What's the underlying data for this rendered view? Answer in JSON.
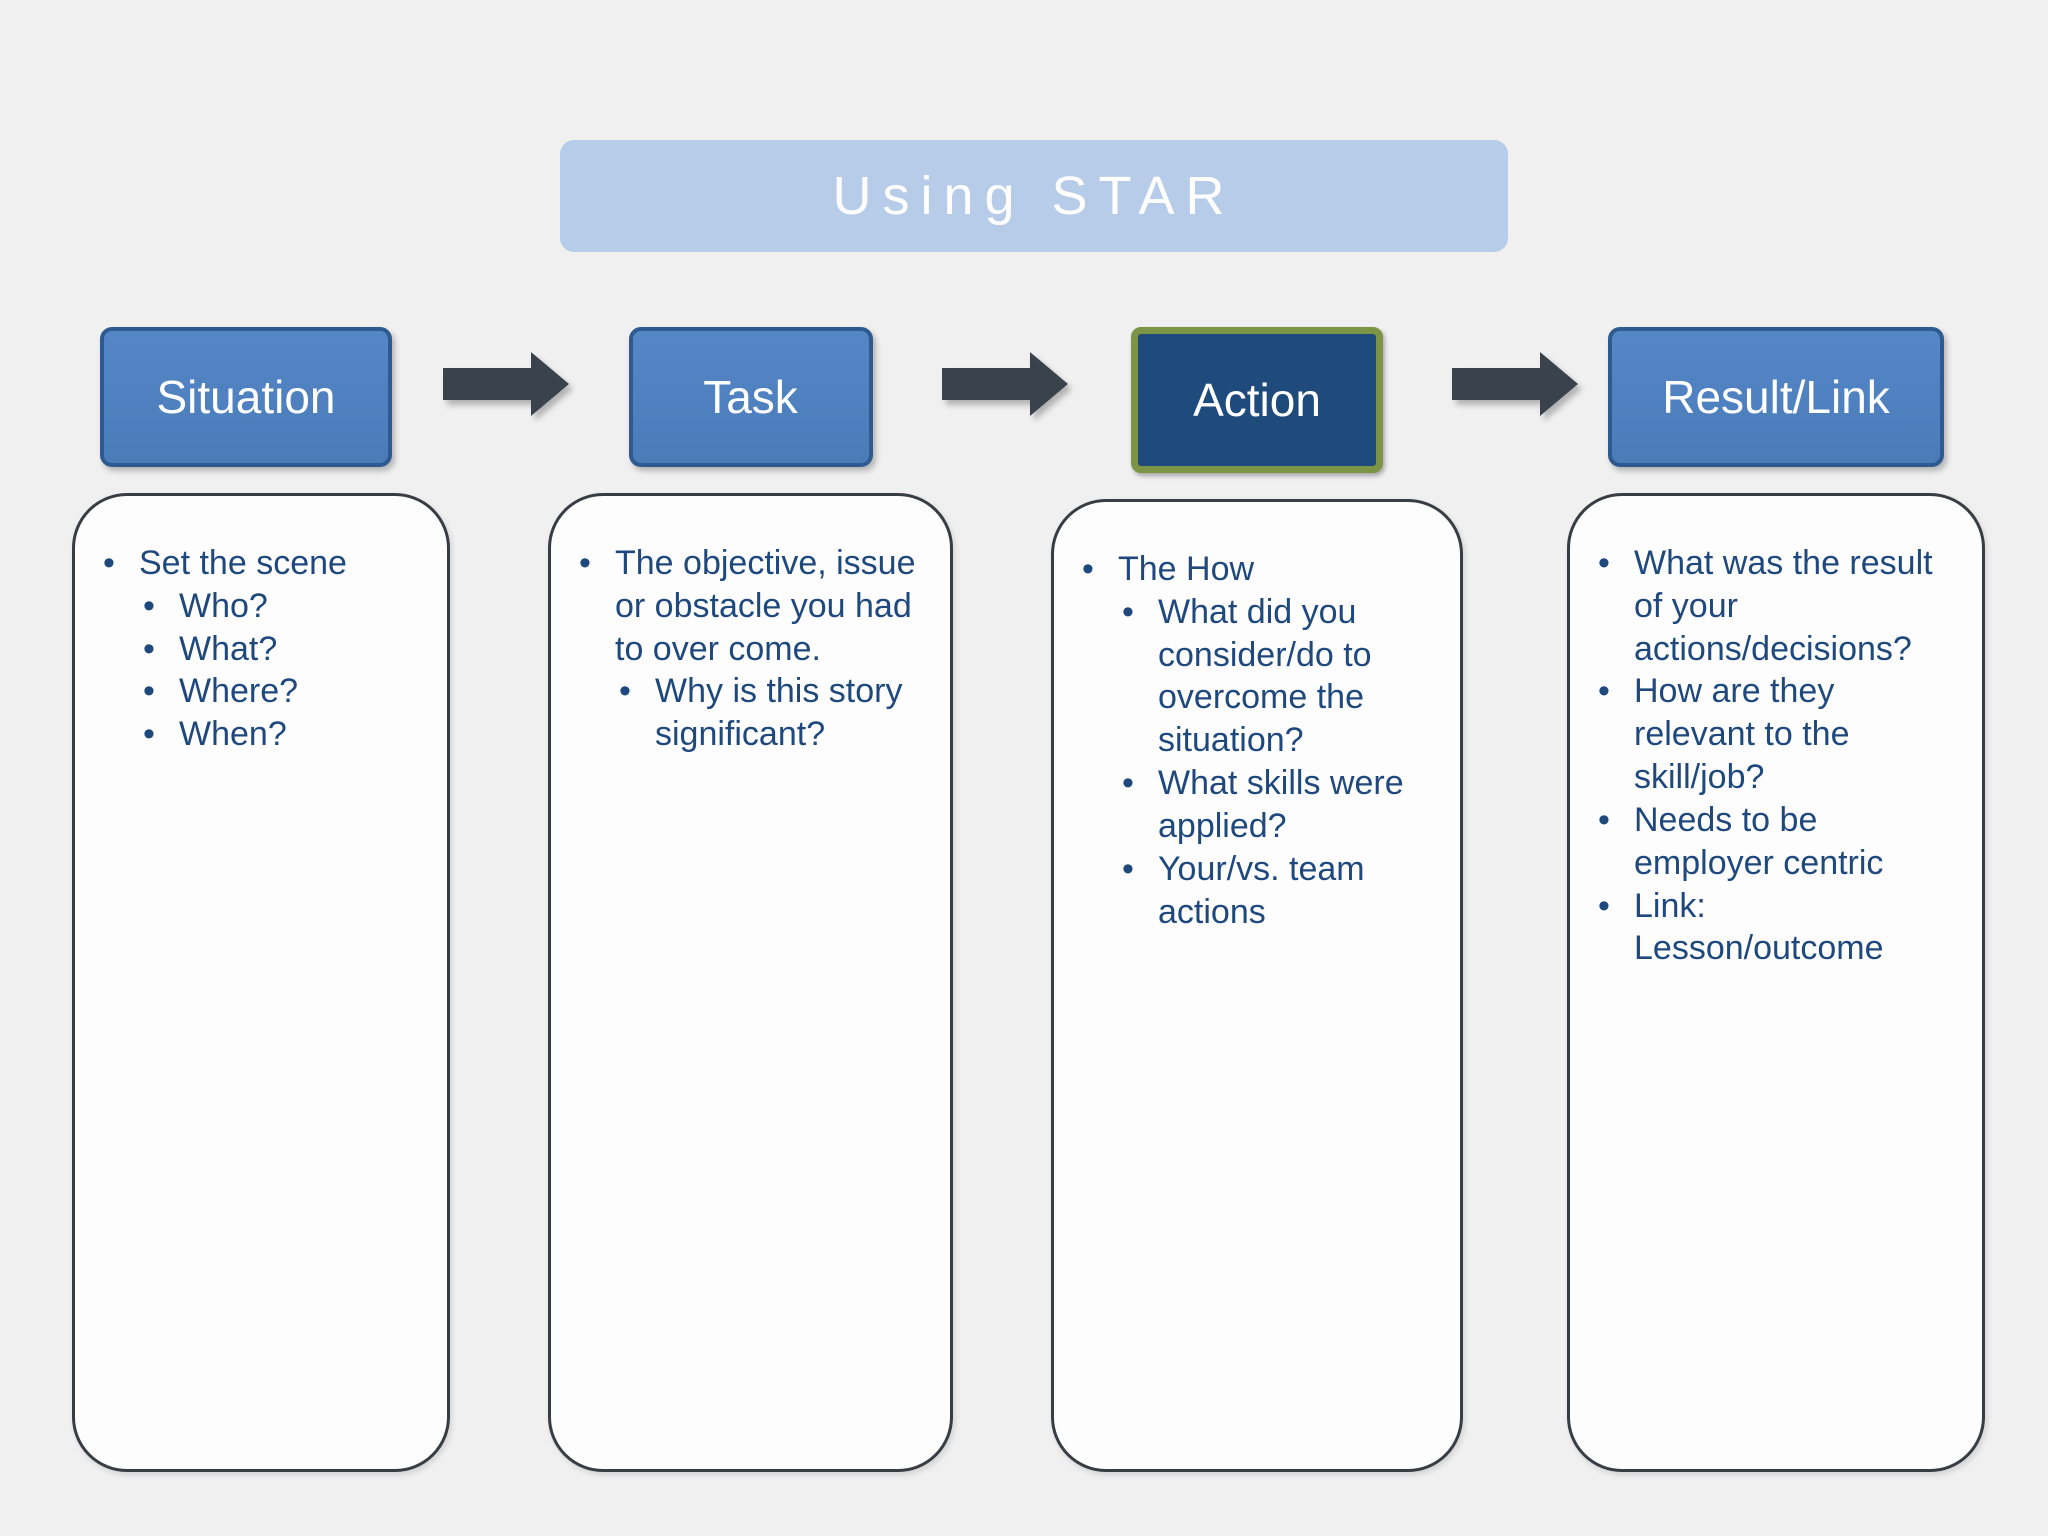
{
  "title": "Using STAR",
  "bullet": "•",
  "colors": {
    "page_bg": "#f0f0f1",
    "title_bg": "#b7cce8",
    "button_blue": "#4e80bf",
    "button_blue_border": "#2e5a8f",
    "action_button_bg": "#1f4b7c",
    "action_button_border": "#7b9445",
    "arrow": "#3a434b",
    "body_text": "#1f497d",
    "box_bg": "#fdfdfe",
    "box_border": "#383d44"
  },
  "columns": [
    {
      "header": "Situation",
      "selected": false,
      "items": [
        {
          "level": 1,
          "text": "Set the scene"
        },
        {
          "level": 2,
          "text": "Who?"
        },
        {
          "level": 2,
          "text": "What?"
        },
        {
          "level": 2,
          "text": "Where?"
        },
        {
          "level": 2,
          "text": "When?"
        }
      ]
    },
    {
      "header": "Task",
      "selected": false,
      "items": [
        {
          "level": 1,
          "text": "The objective, issue or obstacle you had to over come."
        },
        {
          "level": 2,
          "text": "Why is this story significant?"
        }
      ]
    },
    {
      "header": "Action",
      "selected": true,
      "items": [
        {
          "level": 1,
          "text": "The How"
        },
        {
          "level": 2,
          "text": "What did you consider/do to overcome the situation?"
        },
        {
          "level": 2,
          "text": "What skills were applied?"
        },
        {
          "level": 2,
          "text": "Your/vs. team actions"
        }
      ]
    },
    {
      "header": "Result/Link",
      "selected": false,
      "items": [
        {
          "level": 1,
          "text": "What was the result of your actions/decisions?"
        },
        {
          "level": 1,
          "text": "How are they relevant to the skill/job?"
        },
        {
          "level": 1,
          "text": "Needs to be employer centric"
        },
        {
          "level": 1,
          "text": "Link: Lesson/outcome"
        }
      ]
    }
  ]
}
